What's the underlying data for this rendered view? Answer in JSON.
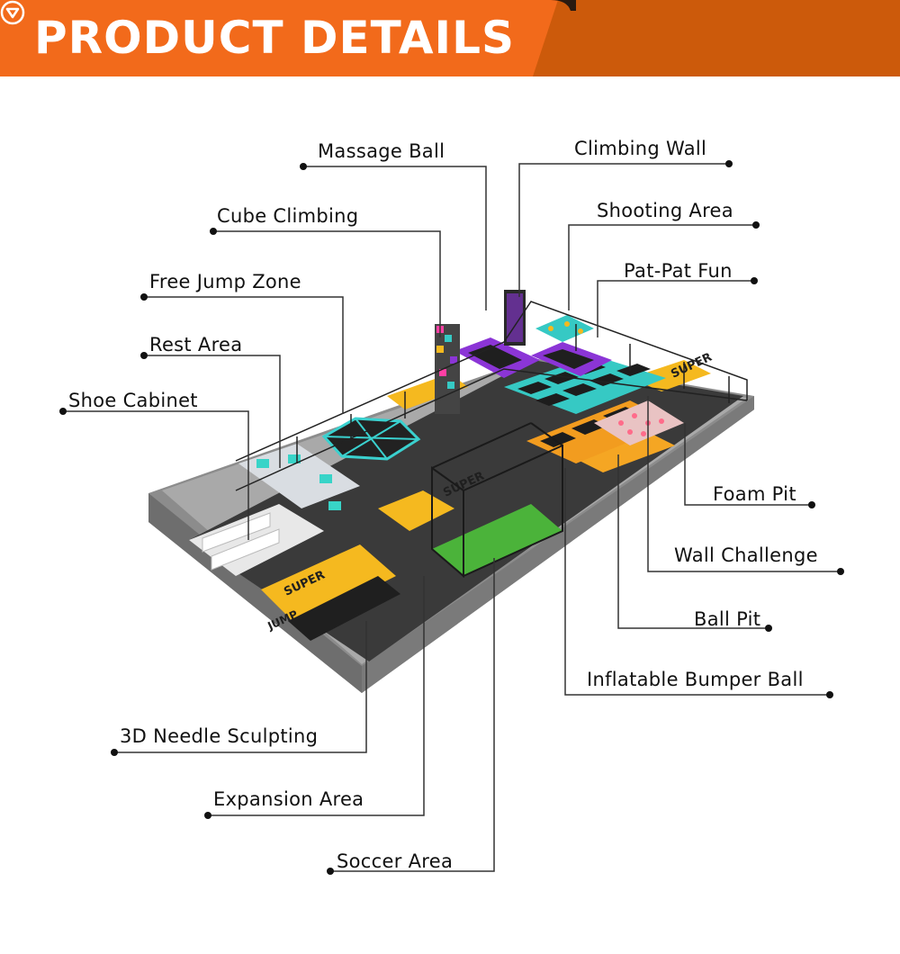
{
  "header": {
    "title": "PRODUCT DETAILS",
    "icon": "chevron-down-circle-icon",
    "colors": {
      "primary": "#f26a1b",
      "secondary": "#cc5a0b"
    }
  },
  "labels": {
    "massage_ball": "Massage Ball",
    "climbing_wall": "Climbing Wall",
    "cube_climbing": "Cube Climbing",
    "shooting_area": "Shooting Area",
    "free_jump_zone": "Free Jump Zone",
    "pat_pat_fun": "Pat-Pat Fun",
    "rest_area": "Rest Area",
    "shoe_cabinet": "Shoe Cabinet",
    "foam_pit": "Foam Pit",
    "wall_challenge": "Wall Challenge",
    "ball_pit": "Ball Pit",
    "inflatable_bumper_ball": "Inflatable Bumper Ball",
    "needle_sculpting": "3D Needle Sculpting",
    "expansion_area": "Expansion Area",
    "soccer_area": "Soccer Area"
  },
  "floor_signs": {
    "super_a": "SUPER",
    "super_b": "SUPER",
    "super_c": "SUPER",
    "jump": "JUMP"
  }
}
